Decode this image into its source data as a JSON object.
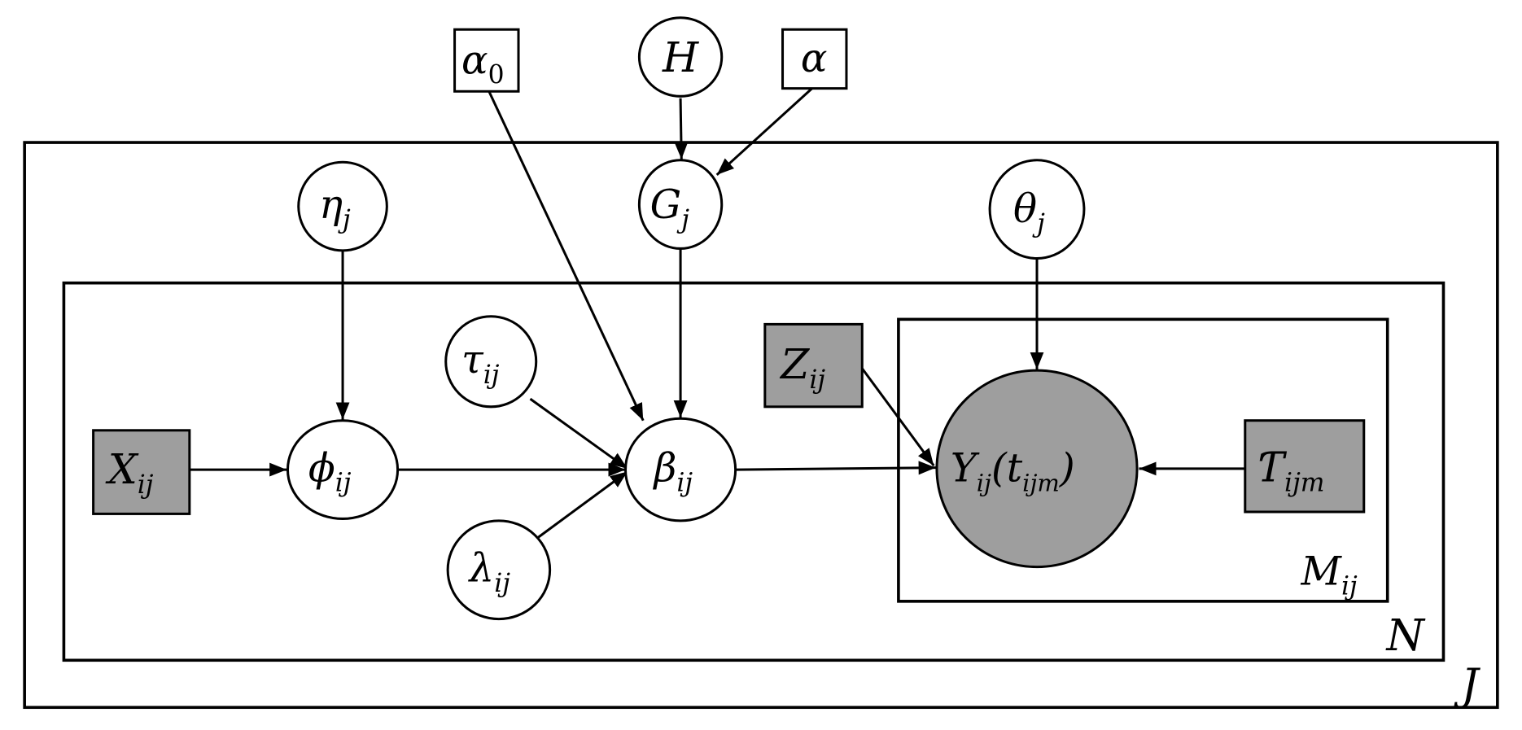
{
  "colors": {
    "observed_fill": "#9e9e9e",
    "latent_fill": "#ffffff",
    "stroke": "#000000"
  },
  "plates": {
    "J": "J",
    "N": "N",
    "M": {
      "main": "M",
      "sub": "ij"
    }
  },
  "nodes": {
    "alpha0": {
      "main": "α",
      "sub": "0"
    },
    "H": {
      "main": "H",
      "sub": ""
    },
    "alpha": {
      "main": "α",
      "sub": ""
    },
    "G": {
      "main": "G",
      "sub": "j"
    },
    "eta": {
      "main": "η",
      "sub": "j"
    },
    "theta": {
      "main": "θ",
      "sub": "j"
    },
    "tau": {
      "main": "τ",
      "sub": "ij"
    },
    "lambda": {
      "main": "λ",
      "sub": "ij"
    },
    "phi": {
      "main": "ϕ",
      "sub": "ij"
    },
    "beta": {
      "main": "β",
      "sub": "ij"
    },
    "X": {
      "main": "X",
      "sub": "ij"
    },
    "Z": {
      "main": "Z",
      "sub": "ij"
    },
    "T": {
      "main": "Ƭ",
      "sub": "ijm"
    },
    "Y": {
      "main": "Y",
      "sub": "ij",
      "arg_open": "(",
      "arg": "t",
      "arg_sub": "ijm",
      "arg_close": ")"
    }
  }
}
